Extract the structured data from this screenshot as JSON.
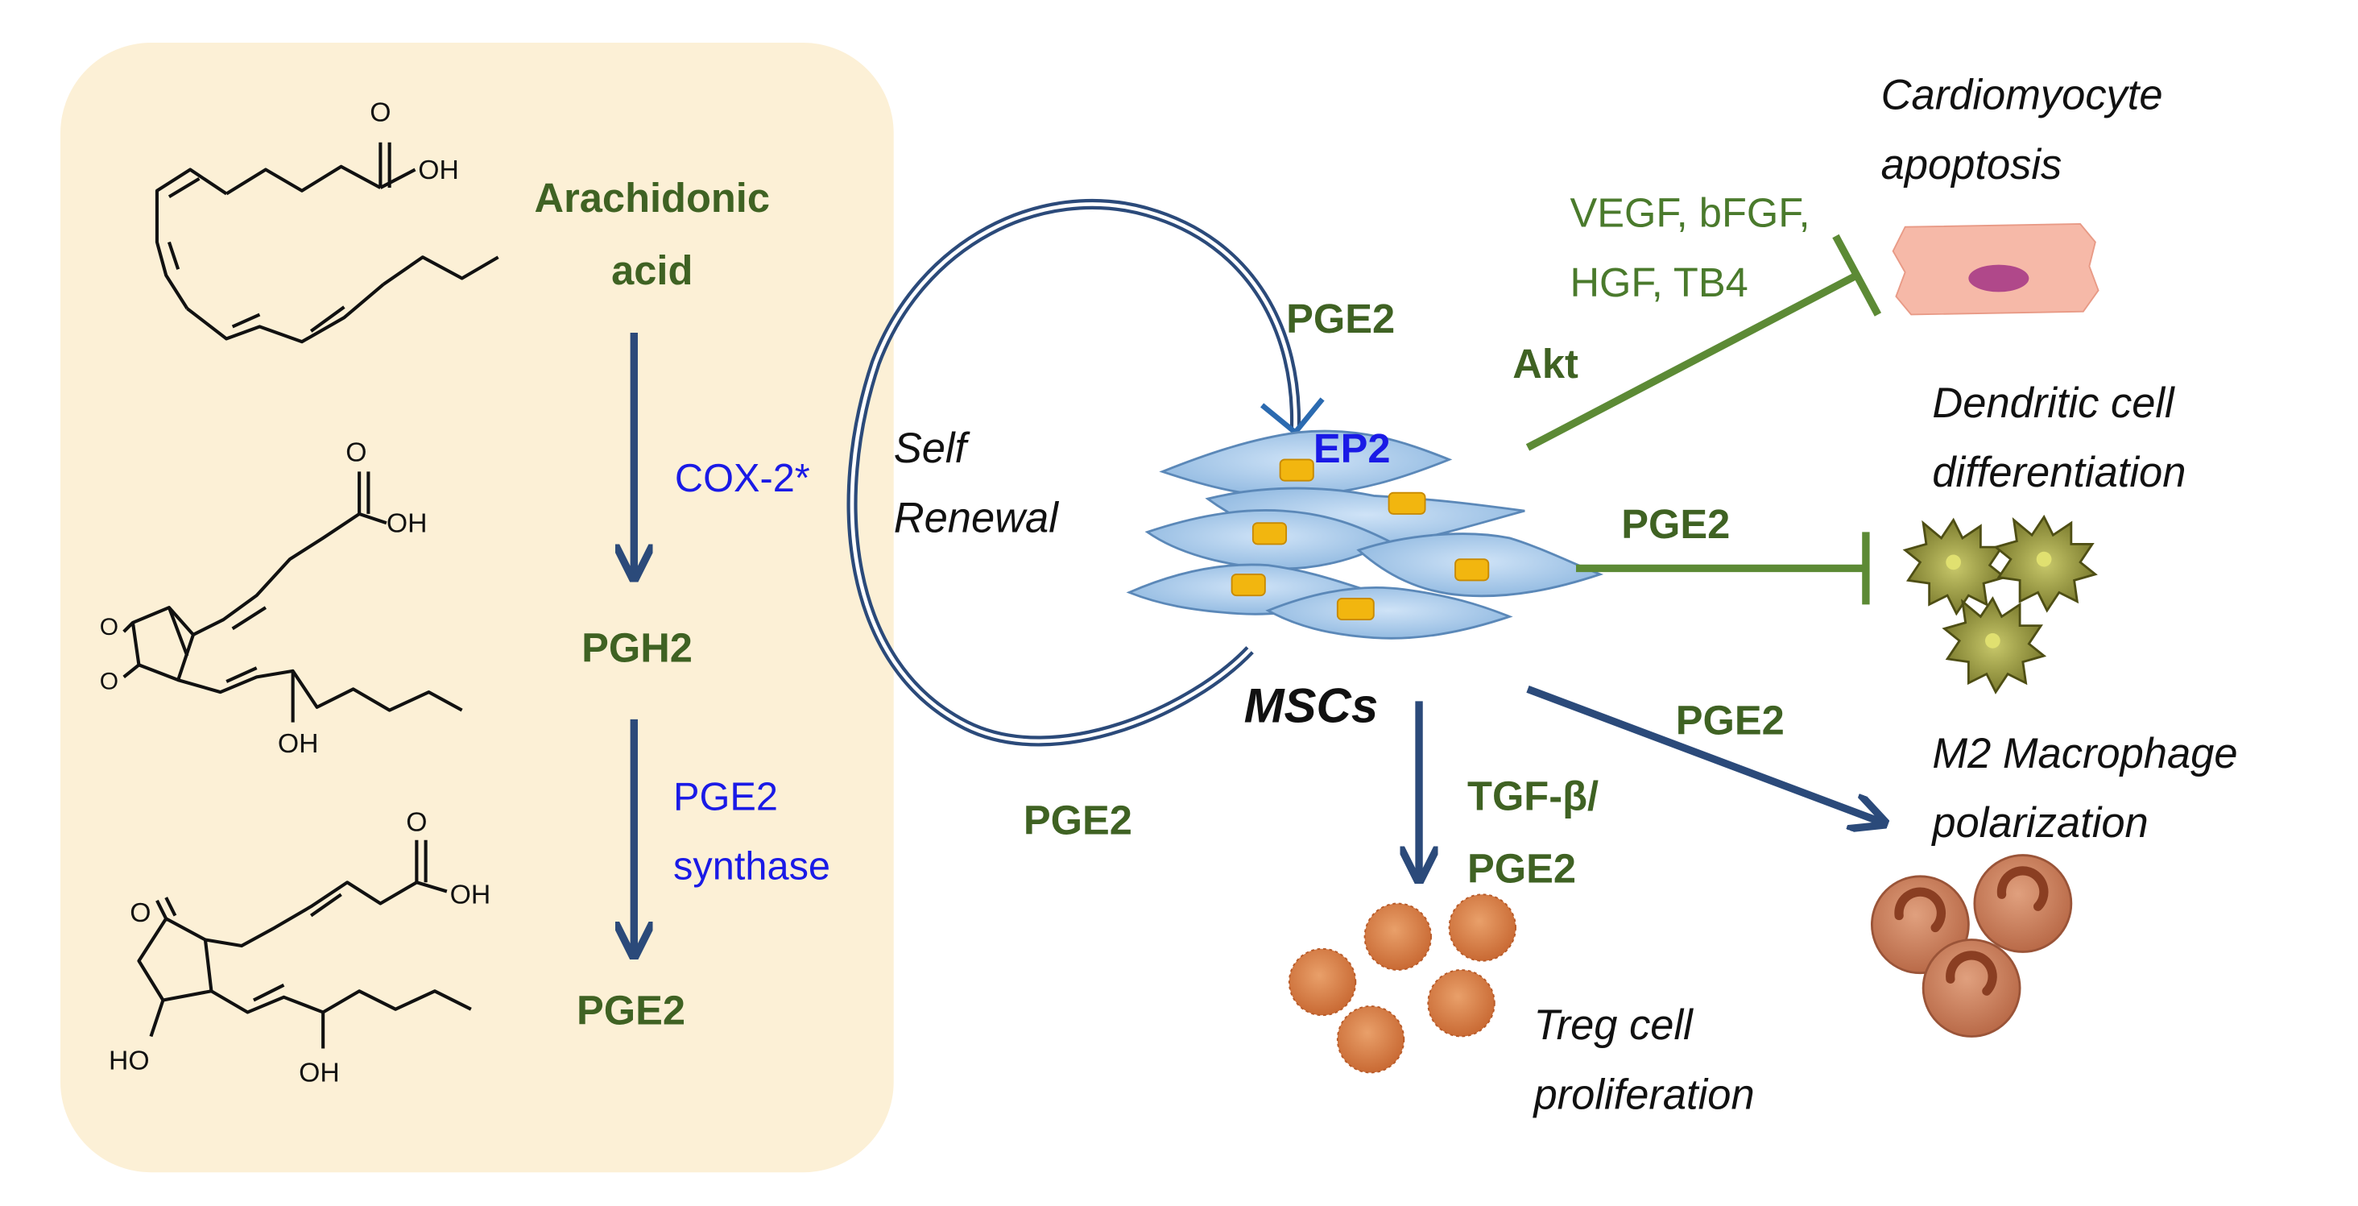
{
  "pathway": {
    "arachidonic_line1": "Arachidonic",
    "arachidonic_line2": "acid",
    "cox2": "COX-2*",
    "pgh2": "PGH2",
    "synthase_line1": "PGE2",
    "synthase_line2": "synthase",
    "pge2": "PGE2"
  },
  "chem_labels": {
    "cooh_atom_o": "O",
    "oh": "OH",
    "ho": "HO",
    "ketone_o": "O",
    "peroxide_o1": "O",
    "peroxide_o2": "O"
  },
  "loop": {
    "self_line1": "Self",
    "self_line2": "Renewal",
    "pge2_top": "PGE2",
    "pge2_bottom": "PGE2",
    "ep2": "EP2",
    "mscs": "MSCs"
  },
  "effects": {
    "growth_line1": "VEGF, bFGF,",
    "growth_line2": "HGF, TB4",
    "akt": "Akt",
    "cardio_line1": "Cardiomyocyte",
    "cardio_line2": "apoptosis",
    "dendritic_pge2": "PGE2",
    "dendritic_line1": "Dendritic cell",
    "dendritic_line2": "differentiation",
    "macro_pge2": "PGE2",
    "macro_line1": "M2 Macrophage",
    "macro_line2": "polarization",
    "treg_factor_line1": "TGF-β/",
    "treg_factor_line2": "PGE2",
    "treg_line1": "Treg cell",
    "treg_line2": "proliferation"
  },
  "colors": {
    "panel_bg": "#fcf0d6",
    "arrow_navy": "#2b4a7a",
    "label_green": "#3f6223",
    "inhibit_green": "#5c8a35",
    "enzyme_blue": "#1a1ae6"
  }
}
